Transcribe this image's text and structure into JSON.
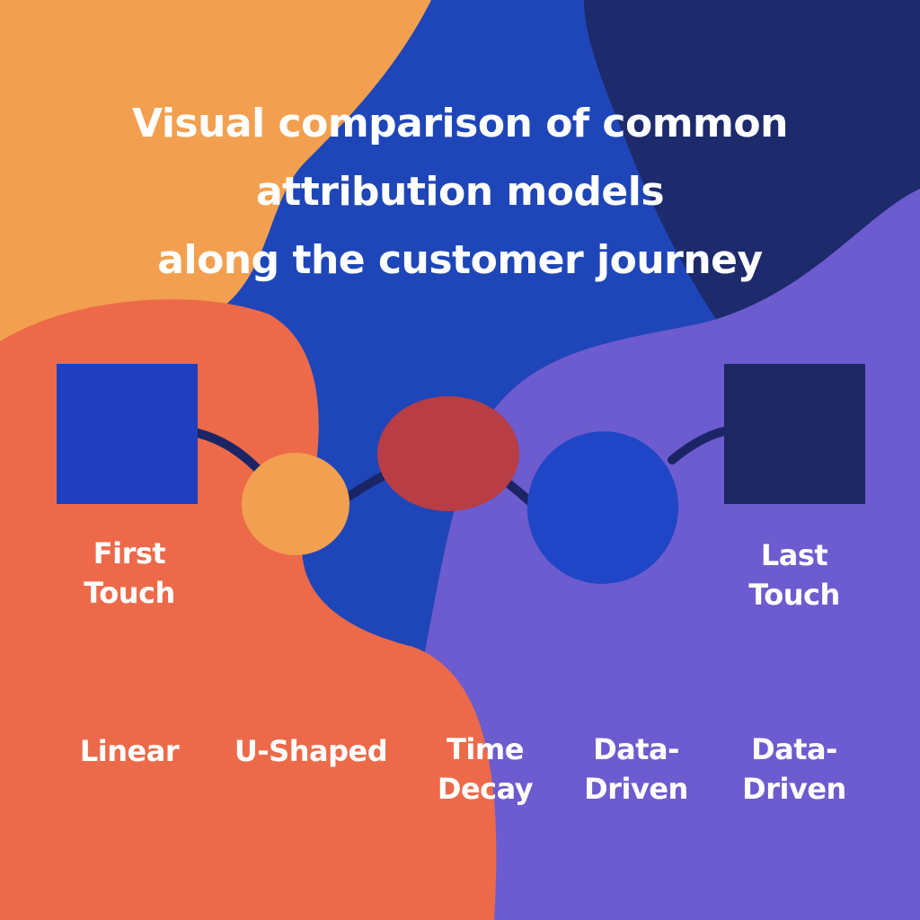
{
  "title": {
    "line1": "Visual comparison of common",
    "line2": "attribution models",
    "line3": "along the customer journey"
  },
  "touchpoints": {
    "first": {
      "line1": "First",
      "line2": "Touch"
    },
    "last": {
      "line1": "Last",
      "line2": "Touch"
    }
  },
  "models": [
    {
      "line1": "Linear",
      "line2": ""
    },
    {
      "line1": "U-Shaped",
      "line2": ""
    },
    {
      "line1": "Time",
      "line2": "Decay"
    },
    {
      "line1": "Data-",
      "line2": "Driven"
    },
    {
      "line1": "Data-",
      "line2": "Driven"
    }
  ],
  "colors": {
    "orange": "#f2a04f",
    "coral": "#ec6a4a",
    "blue": "#1f46b8",
    "navy": "#1d2a6c",
    "purple": "#6c5ccf",
    "red": "#b83d45",
    "connector": "#1b2566"
  }
}
